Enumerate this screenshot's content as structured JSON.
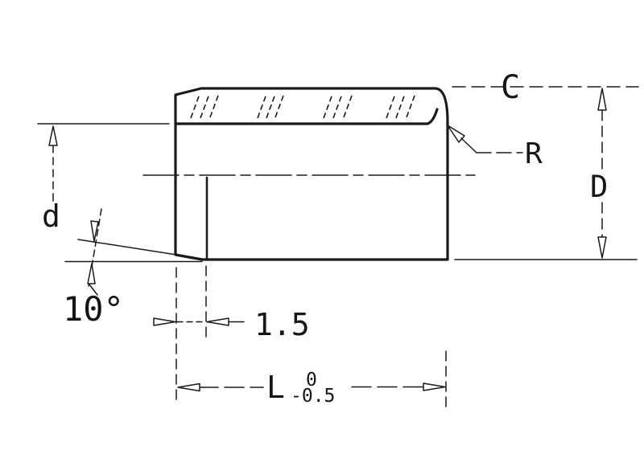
{
  "colors": {
    "ink": "#1a1a1a",
    "paper": "#ffffff"
  },
  "labels": {
    "chamfer": "C",
    "corner_radius": "R",
    "outer_diameter": "D",
    "bore_diameter": "d",
    "taper_angle": "10°",
    "taper_length": "1.5",
    "length": "L",
    "length_tol_upper": "0",
    "length_tol_lower": "-0.5"
  }
}
